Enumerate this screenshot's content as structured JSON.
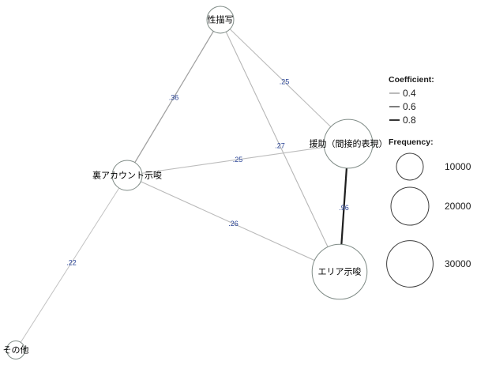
{
  "colors": {
    "background": "#ffffff",
    "node_fill": "#ffffff",
    "node_stroke": "#7f8b86",
    "node_label": "#000000",
    "edge_label": "#2a4496",
    "legend_circle_stroke": "#3c3c3c",
    "legend_text": "#1a1a1a"
  },
  "network": {
    "nodes": [
      {
        "label": "性描写",
        "frequency": 10000
      },
      {
        "label": "援助（間接的表現）",
        "frequency": 33000
      },
      {
        "label": "裏アカウント示唆",
        "frequency": 12500
      },
      {
        "label": "エリア示唆",
        "frequency": 42000
      },
      {
        "label": "その他",
        "frequency": 4600
      }
    ],
    "edges": [
      {
        "from": 0,
        "to": 2,
        "coefficient": ".36"
      },
      {
        "from": 0,
        "to": 1,
        "coefficient": ".25"
      },
      {
        "from": 0,
        "to": 3,
        "coefficient": ".27"
      },
      {
        "from": 2,
        "to": 1,
        "coefficient": ".25"
      },
      {
        "from": 2,
        "to": 3,
        "coefficient": ".26"
      },
      {
        "from": 1,
        "to": 3,
        "coefficient": ".96"
      },
      {
        "from": 2,
        "to": 4,
        "coefficient": ".22"
      }
    ]
  },
  "legend": {
    "coefficient": {
      "title": "Coefficient:",
      "items": [
        "0.4",
        "0.6",
        "0.8"
      ]
    },
    "frequency": {
      "title": "Frequency:",
      "items": [
        "10000",
        "20000",
        "30000"
      ]
    }
  }
}
